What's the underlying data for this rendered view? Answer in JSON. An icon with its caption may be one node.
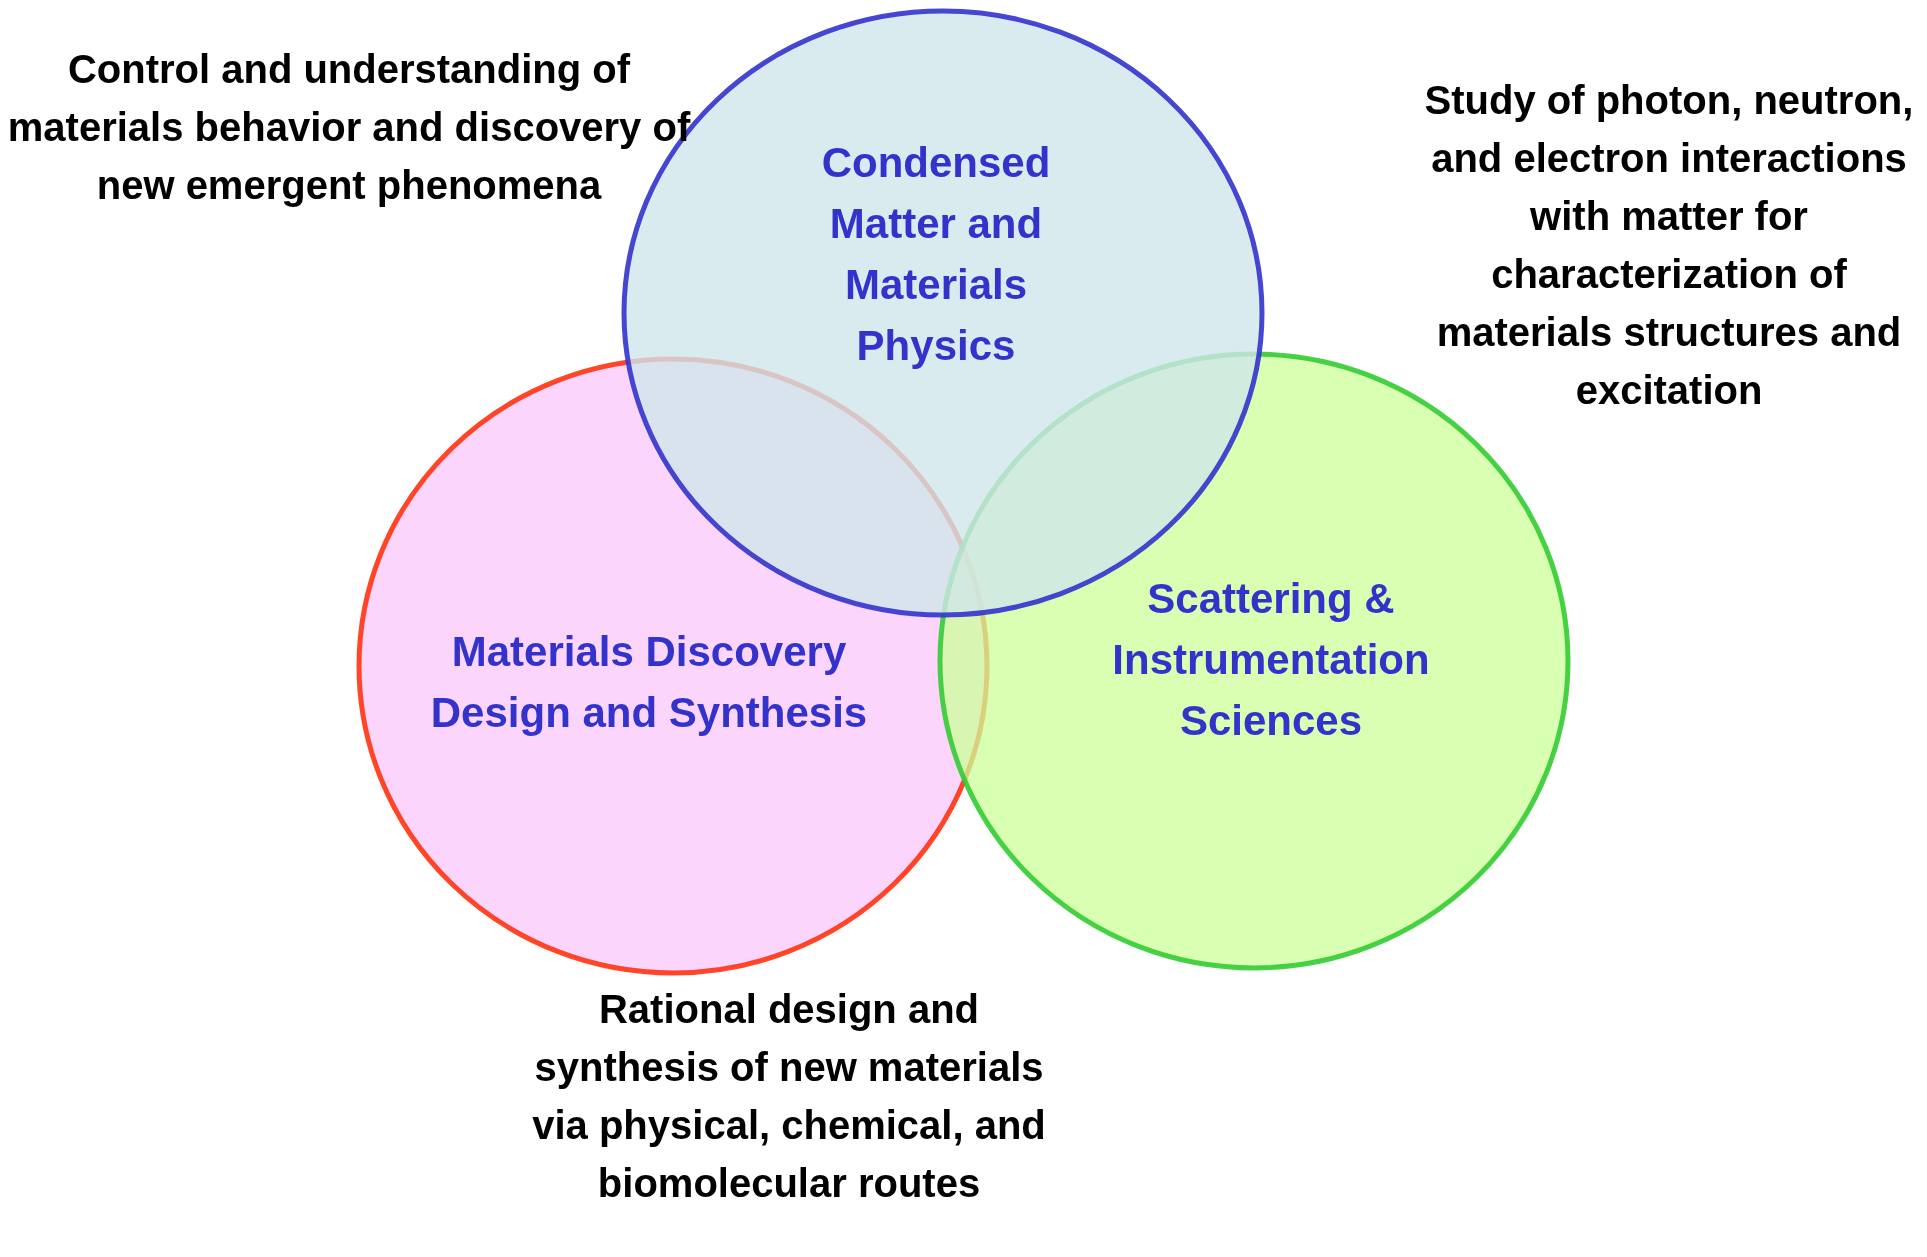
{
  "diagram": {
    "nodes": [
      {
        "text": [
          "Condensed Matter and Materials Physics"
        ],
        "beside": [
          "Control and understanding of materials behavior and discovery of new emergent phenomena"
        ]
      },
      {
        "text": [
          "Materials Discovery Design and Synthesis"
        ],
        "beside": [
          "Rational design and synthesis of new materials via physical, chemical, and biomolecular routes"
        ]
      },
      {
        "text": [
          "Scattering & Instrumentation Sciences"
        ],
        "beside": [
          "Study of photon, neutron, and electron interactions with matter for characterization of materials structures and excitation"
        ]
      }
    ],
    "edges": []
  }
}
